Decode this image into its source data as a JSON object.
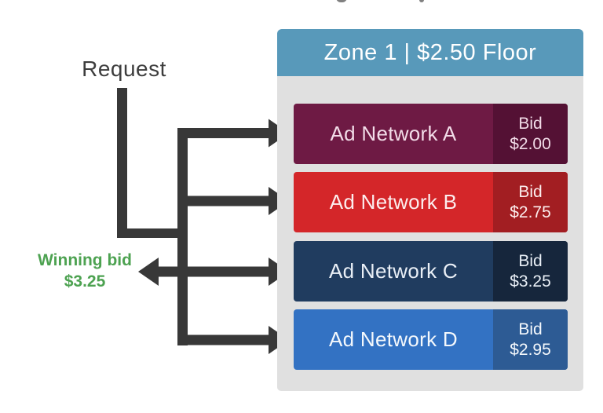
{
  "request": {
    "label": "Request"
  },
  "winning_bid": {
    "label": "Winning bid",
    "amount": "$3.25",
    "color": "#4da251"
  },
  "diagram": {
    "arrow_color": "#383838"
  },
  "zone_panel": {
    "header": {
      "label": "Zone 1 | $2.50 Floor",
      "bg": "#5899ba"
    },
    "body_bg": "#e0e0e0",
    "networks": [
      {
        "name": "Ad Network A",
        "bid_label": "Bid",
        "bid": "$2.00",
        "main_color": "#6e1a44",
        "bid_color": "#541134",
        "text_color": "#f2dce8"
      },
      {
        "name": "Ad Network B",
        "bid_label": "Bid",
        "bid": "$2.75",
        "main_color": "#d42629",
        "bid_color": "#a21e22",
        "text_color": "#fceeee"
      },
      {
        "name": "Ad Network C",
        "bid_label": "Bid",
        "bid": "$3.25",
        "main_color": "#203c5f",
        "bid_color": "#16263c",
        "text_color": "#e9eff6"
      },
      {
        "name": "Ad Network D",
        "bid_label": "Bid",
        "bid": "$2.95",
        "main_color": "#3372c3",
        "bid_color": "#2d5b94",
        "text_color": "#f4f8fc"
      }
    ]
  }
}
